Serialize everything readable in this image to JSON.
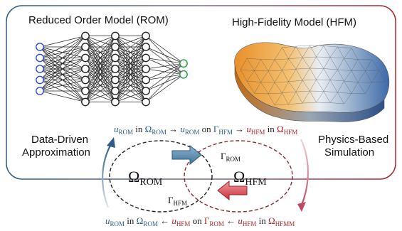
{
  "colors": {
    "rom_blue": "#2f5b88",
    "hfm_red": "#b0242b",
    "input_node": "#2b4fd6",
    "output_node": "#1f9e3a",
    "arrow_blue": "#4d7fa3",
    "arrow_red": "#d9474f"
  },
  "icons": [
    "neural-network-icon",
    "fem-mesh-icon",
    "right-arrow-icon",
    "left-arrow-icon"
  ],
  "titles": {
    "rom": "Reduced Order Model (ROM)",
    "hfm": "High-Fidelity Model (HFM)"
  },
  "sides": {
    "left_line1": "Data-Driven",
    "left_line2": "Approximation",
    "right_line1": "Physics-Based",
    "right_line2": "Simulation"
  },
  "sets": {
    "omega_rom": "Ω",
    "omega_rom_sub": "ROM",
    "omega_hfm": "Ω",
    "omega_hfm_sub": "HFM",
    "gamma_rom": "Γ",
    "gamma_rom_sub": "ROM",
    "gamma_hfm": "Γ",
    "gamma_hfm_sub": "HFM"
  },
  "equations": {
    "top": {
      "u": "u",
      "rom": "ROM",
      "in": " in ",
      "omega": "Ω",
      "arrow": " → ",
      "on": " on ",
      "gamma": "Γ",
      "hfm": "HFM"
    },
    "bottom": {
      "u": "u",
      "rom": "ROM",
      "in": " in ",
      "omega": "Ω",
      "arrow": " ← ",
      "on": " on ",
      "gamma": "Γ",
      "hfm": "HFM",
      "hfmm": "HFMM"
    }
  },
  "network": {
    "layers": [
      5,
      7,
      7,
      7,
      2
    ]
  }
}
